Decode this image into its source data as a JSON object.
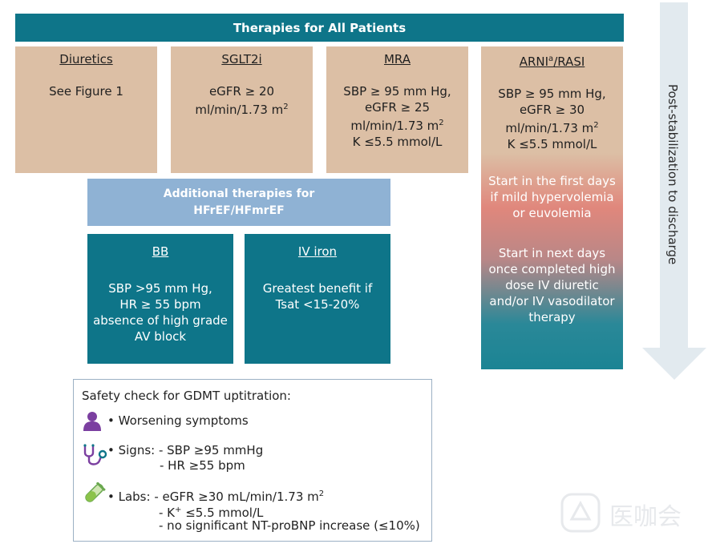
{
  "banner": "Therapies for All Patients",
  "diuretics": {
    "title": "Diuretics",
    "body": "See Figure 1"
  },
  "sglt2i": {
    "title": "SGLT2i",
    "line1": "eGFR ≥ 20",
    "line2": "ml/min/1.73 m",
    "sup": "2"
  },
  "mra": {
    "title": "MRA",
    "line1": "SBP ≥ 95 mm Hg,",
    "line2": "eGFR ≥ 25",
    "line3": "ml/min/1.73 m",
    "sup": "2",
    "line4": "K ≤5.5 mmol/L"
  },
  "arni": {
    "title_a": "ARNI",
    "title_sup": "a",
    "title_b": "/RASI",
    "line1": "SBP ≥ 95 mm Hg,",
    "line2": "eGFR ≥ 30",
    "line3": "ml/min/1.73 m",
    "sup": "2",
    "line4": "K ≤5.5 mmol/L",
    "start1": [
      "Start in the first days",
      "if mild hypervolemia",
      "or euvolemia"
    ],
    "start2": [
      "Start in next days",
      "once completed high",
      "dose IV diuretic",
      "and/or IV vasodilator",
      "therapy"
    ]
  },
  "additional": {
    "line1": "Additional therapies for",
    "line2": "HFrEF/HFmrEF"
  },
  "bb": {
    "title": "BB",
    "lines": [
      "SBP >95 mm Hg,",
      "HR ≥ 55 bpm",
      "absence of high grade",
      "AV block"
    ]
  },
  "ivIron": {
    "title": "IV iron",
    "lines": [
      "Greatest benefit if",
      "Tsat <15-20%"
    ]
  },
  "arrow": {
    "label": "Post-stabilization to discharge"
  },
  "safety": {
    "heading": "Safety check for GDMT uptitration:",
    "symptoms": "• Worsening symptoms",
    "signs1": "• Signs: - SBP ≥95 mmHg",
    "signs2": "- HR ≥55 bpm",
    "labs1a": "• Labs: - eGFR ≥30 mL/min/1.73 m",
    "labs1sup": "2",
    "labs2a": "- K",
    "labs2sup": "+",
    "labs2b": " ≤5.5 mmol/L",
    "labs3": "- no significant NT-proBNP increase (≤10%)"
  },
  "watermark": "医咖会",
  "icons": {
    "person": "person-icon",
    "stethoscope": "stethoscope-icon",
    "testtube": "test-tube-icon",
    "logo": "watermark-logo-icon"
  },
  "colors": {
    "teal": "#0e7589",
    "tan": "#dcbfa5",
    "lightBlue": "#8fb2d4",
    "arrow": "#e2eaef",
    "purple": "#7b3fa0"
  }
}
